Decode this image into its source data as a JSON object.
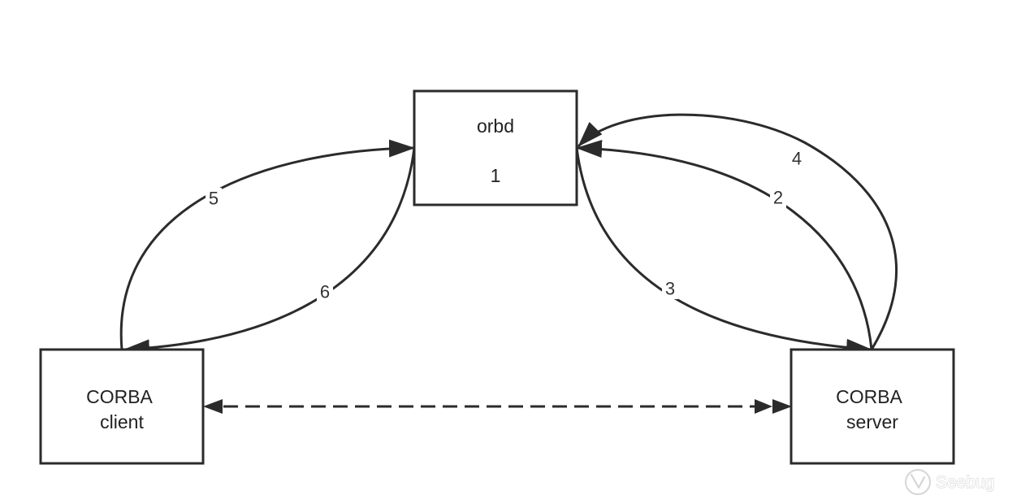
{
  "nodes": {
    "orbd": {
      "lines": [
        "orbd",
        "1"
      ]
    },
    "client": {
      "lines": [
        "CORBA",
        "client"
      ]
    },
    "server": {
      "lines": [
        "CORBA",
        "server"
      ]
    }
  },
  "edges": [
    {
      "label": "5",
      "from": "client",
      "to": "orbd"
    },
    {
      "label": "6",
      "from": "orbd",
      "to": "client"
    },
    {
      "label": "2",
      "from": "server",
      "to": "orbd"
    },
    {
      "label": "3",
      "from": "orbd",
      "to": "server"
    },
    {
      "label": "4",
      "from": "server",
      "to": "orbd"
    },
    {
      "label": "",
      "from": "client",
      "to": "server",
      "style": "dashed",
      "bidirectional": true
    }
  ],
  "watermark": {
    "text": "Seebug"
  }
}
